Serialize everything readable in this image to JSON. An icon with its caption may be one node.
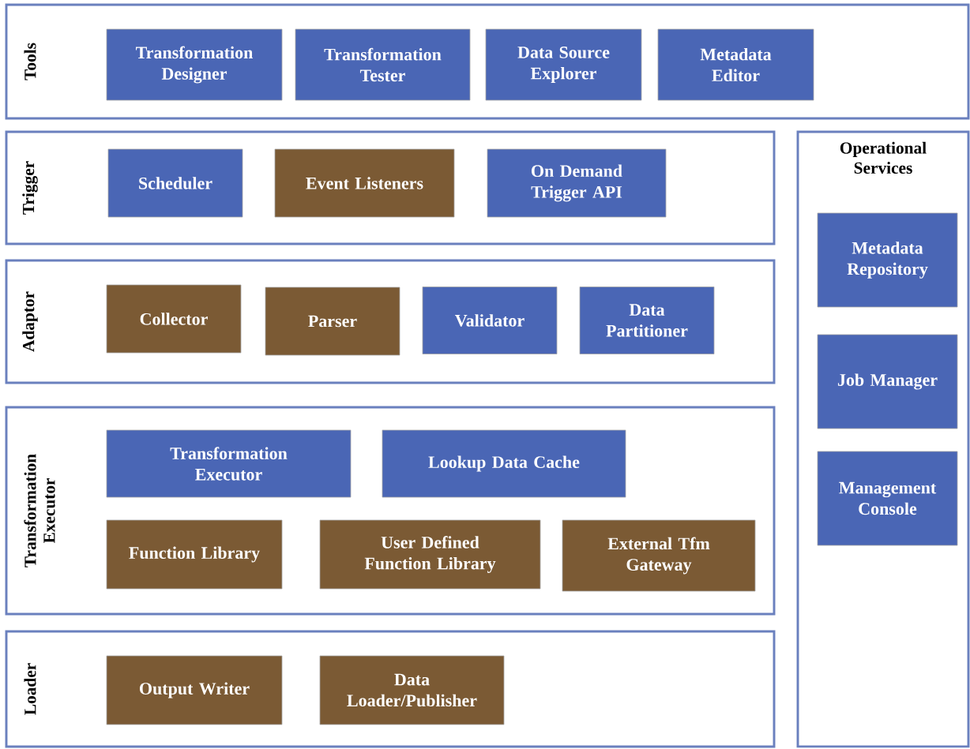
{
  "diagram": {
    "nodes": [
      {
        "text": [
          "Tools"
        ]
      },
      {
        "text": [
          "Transformation Designer"
        ],
        "in": 0
      },
      {
        "text": [
          "Transformation Tester"
        ],
        "in": 0
      },
      {
        "text": [
          "Data Source Explorer"
        ],
        "in": 0
      },
      {
        "text": [
          "Metadata Editor"
        ],
        "in": 0
      },
      {
        "text": [
          "Trigger"
        ]
      },
      {
        "text": [
          "Scheduler"
        ],
        "in": 5
      },
      {
        "text": [
          "Event Listeners"
        ],
        "in": 5
      },
      {
        "text": [
          "On Demand Trigger API"
        ],
        "in": 5
      },
      {
        "text": [
          "Adaptor"
        ]
      },
      {
        "text": [
          "Collector"
        ],
        "in": 9
      },
      {
        "text": [
          "Parser"
        ],
        "in": 9
      },
      {
        "text": [
          "Validator"
        ],
        "in": 9
      },
      {
        "text": [
          "Data Partitioner"
        ],
        "in": 9
      },
      {
        "text": [
          "Transformation Executor"
        ]
      },
      {
        "text": [
          "Transformation Executor"
        ],
        "in": 14
      },
      {
        "text": [
          "Lookup Data Cache"
        ],
        "in": 14
      },
      {
        "text": [
          "Function Library"
        ],
        "in": 14
      },
      {
        "text": [
          "User Defined Function Library"
        ],
        "in": 14
      },
      {
        "text": [
          "External Tfm Gateway"
        ],
        "in": 14
      },
      {
        "text": [
          "Loader"
        ]
      },
      {
        "text": [
          "Output Writer"
        ],
        "in": 20
      },
      {
        "text": [
          "Data Loader/Publisher"
        ],
        "in": 20
      },
      {
        "text": [
          "Operational Services"
        ]
      },
      {
        "text": [
          "Metadata Repository"
        ],
        "in": 23
      },
      {
        "text": [
          "Job Manager"
        ],
        "in": 23
      },
      {
        "text": [
          "Management Console"
        ],
        "in": 23
      }
    ]
  }
}
